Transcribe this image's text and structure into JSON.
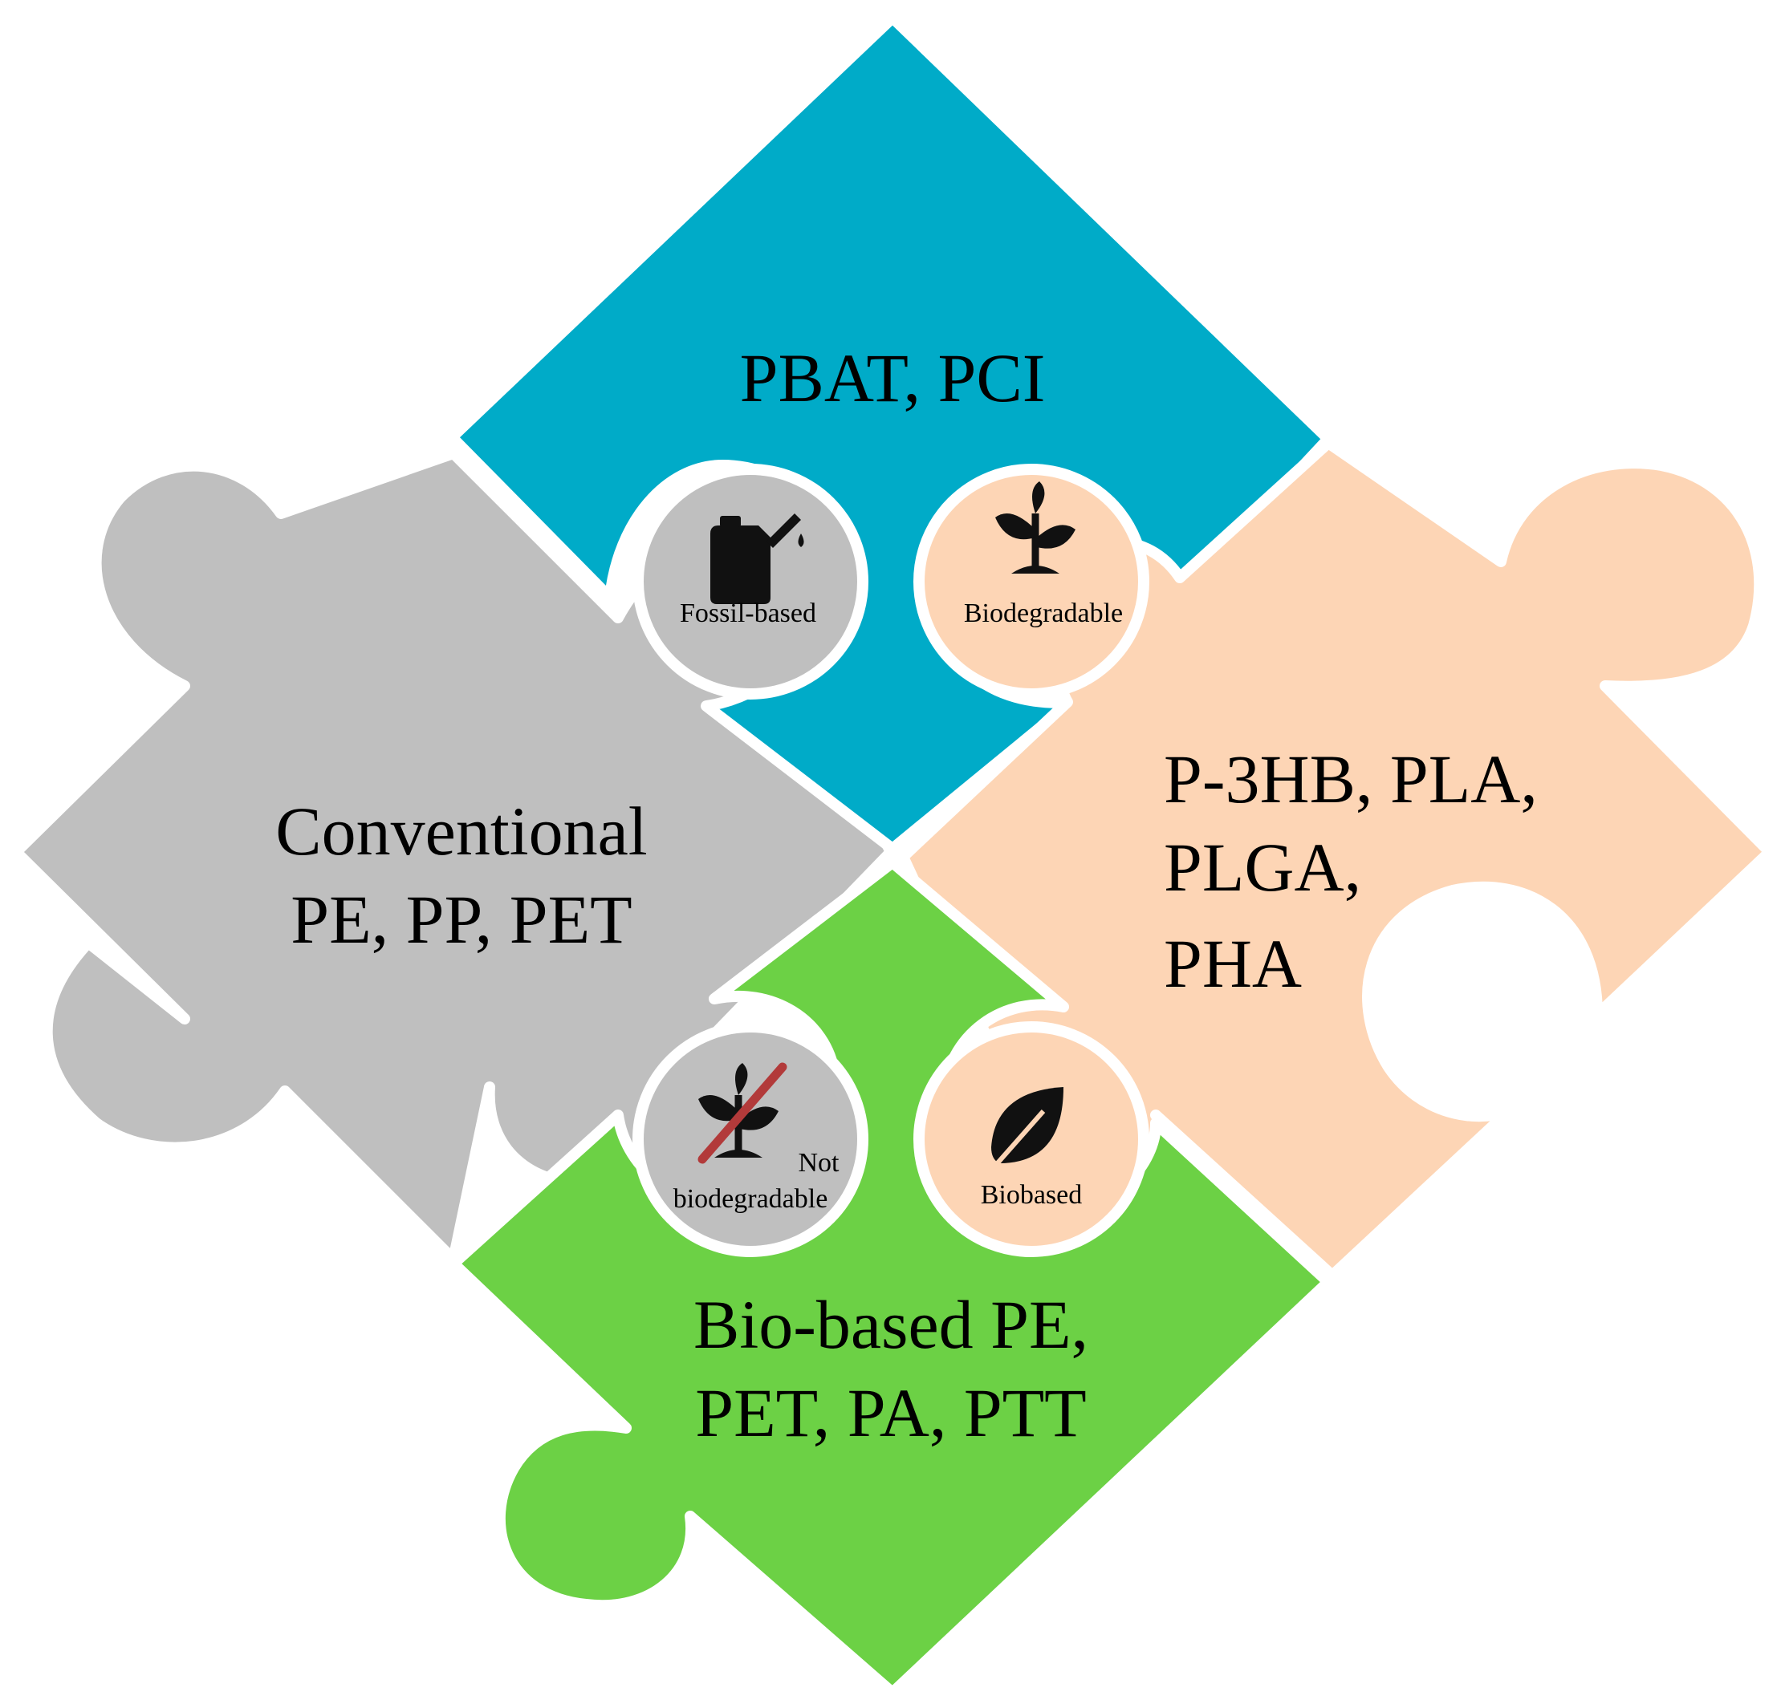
{
  "pieces": {
    "top": {
      "lines": [
        "PBAT, PCI"
      ],
      "color": "#00abc8"
    },
    "left": {
      "lines": [
        "Conventional",
        "PE, PP, PET"
      ],
      "color": "#bfbfbf"
    },
    "right": {
      "lines": [
        "P-3HB, PLA,",
        "PLGA,",
        "PHA"
      ],
      "color": "#fdd5b5"
    },
    "bottom": {
      "lines": [
        "Bio-based PE,",
        "PET, PA, PTT"
      ],
      "color": "#6cd145"
    }
  },
  "icons": {
    "fossil": {
      "label": "Fossil-based",
      "icon": "fuel-can-icon"
    },
    "biodegradable": {
      "label": "Biodegradable",
      "icon": "seedling-icon"
    },
    "not_biodegradable": {
      "label_line1": "Not",
      "label_line2": "biodegradable",
      "icon": "crossed-seedling-icon",
      "strike_color": "#b23a3a"
    },
    "biobased": {
      "label": "Biobased",
      "icon": "leaf-icon"
    }
  }
}
